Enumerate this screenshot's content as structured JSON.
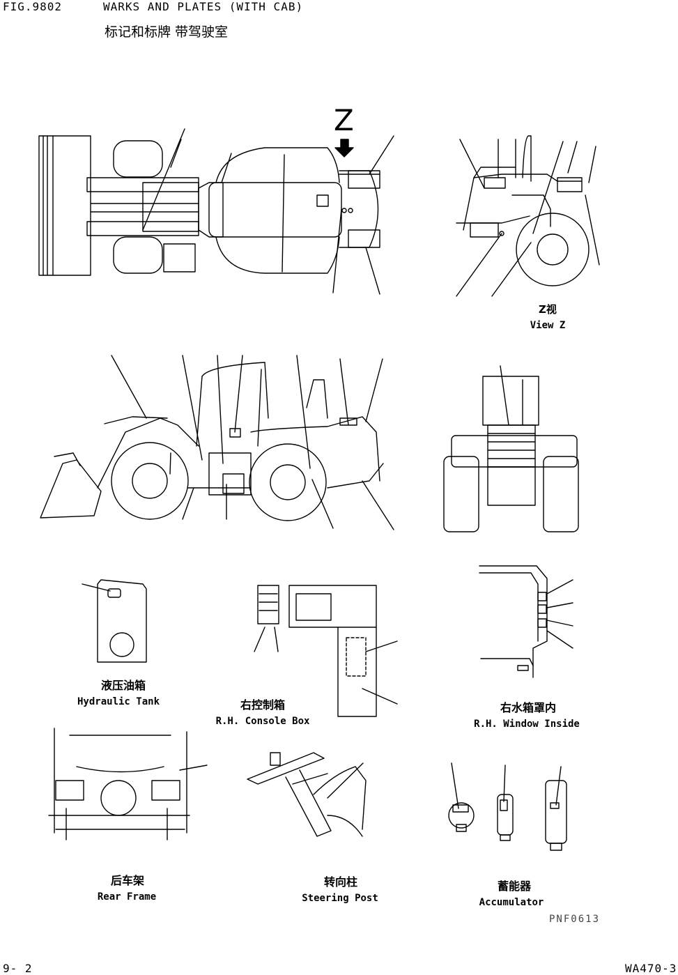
{
  "header": {
    "fig_no": "FIG.9802",
    "title": "WARKS AND PLATES (WITH CAB)",
    "title_cn": "标记和标牌 带驾驶室"
  },
  "views": {
    "z_marker": "Z",
    "view_z_cn": "Z视",
    "view_z_en": "View Z"
  },
  "details": [
    {
      "cn": "液压油箱",
      "en": "Hydraulic Tank"
    },
    {
      "cn": "右控制箱",
      "en": "R.H. Console Box"
    },
    {
      "cn": "右水箱罩内",
      "en": "R.H. Window Inside"
    },
    {
      "cn": "后车架",
      "en": "Rear Frame"
    },
    {
      "cn": "转向柱",
      "en": "Steering Post"
    },
    {
      "cn": "蓄能器",
      "en": "Accumulator"
    }
  ],
  "footer": {
    "drawing_code": "PNF0613",
    "page": "9- 2",
    "model": "WA470-3"
  }
}
